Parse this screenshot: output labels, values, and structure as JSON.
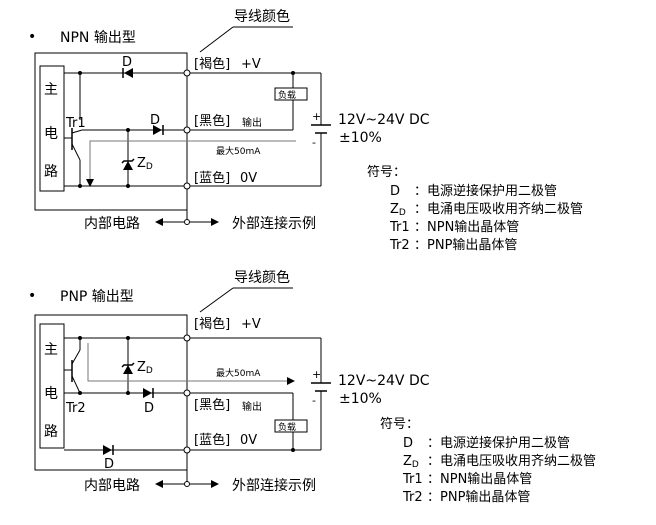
{
  "bullet": "•",
  "wire_color_title": "导线颜色",
  "npn": {
    "title": "NPN 输出型",
    "main_circuit": [
      "主",
      "电",
      "路"
    ],
    "wires": {
      "brown": "[褐色]",
      "plus_v": "+V",
      "black": "[黑色]",
      "output": "输出",
      "blue": "[蓝色]",
      "zero_v": "0V"
    },
    "load": "负载",
    "max_current": "最大50mA",
    "d_label": "D",
    "zd_label": "Z",
    "zd_sub": "D",
    "transistor": "Tr1",
    "supply_voltage": "12V~24V DC",
    "supply_tolerance": "±10%",
    "plus": "+",
    "minus": "-",
    "internal": "内部电路",
    "external": "外部连接示例"
  },
  "pnp": {
    "title": "PNP 输出型",
    "main_circuit": [
      "主",
      "电",
      "路"
    ],
    "wires": {
      "brown": "[褐色]",
      "plus_v": "+V",
      "black": "[黑色]",
      "output": "输出",
      "blue": "[蓝色]",
      "zero_v": "0V"
    },
    "load": "负载",
    "max_current": "最大50mA",
    "d_label": "D",
    "zd_label": "Z",
    "zd_sub": "D",
    "transistor": "Tr2",
    "supply_voltage": "12V~24V DC",
    "supply_tolerance": "±10%",
    "plus": "+",
    "minus": "-",
    "internal": "内部电路",
    "external": "外部连接示例"
  },
  "legend": {
    "title": "符号：",
    "items": [
      {
        "sym": "D",
        "sub": "",
        "desc": "：电源逆接保护用二极管"
      },
      {
        "sym": "Z",
        "sub": "D",
        "desc": "：电涌电压吸收用齐纳二极管"
      },
      {
        "sym": "Tr1",
        "sub": "",
        "desc": "：NPN输出晶体管"
      },
      {
        "sym": "Tr2",
        "sub": "",
        "desc": "：PNP输出晶体管"
      }
    ]
  }
}
